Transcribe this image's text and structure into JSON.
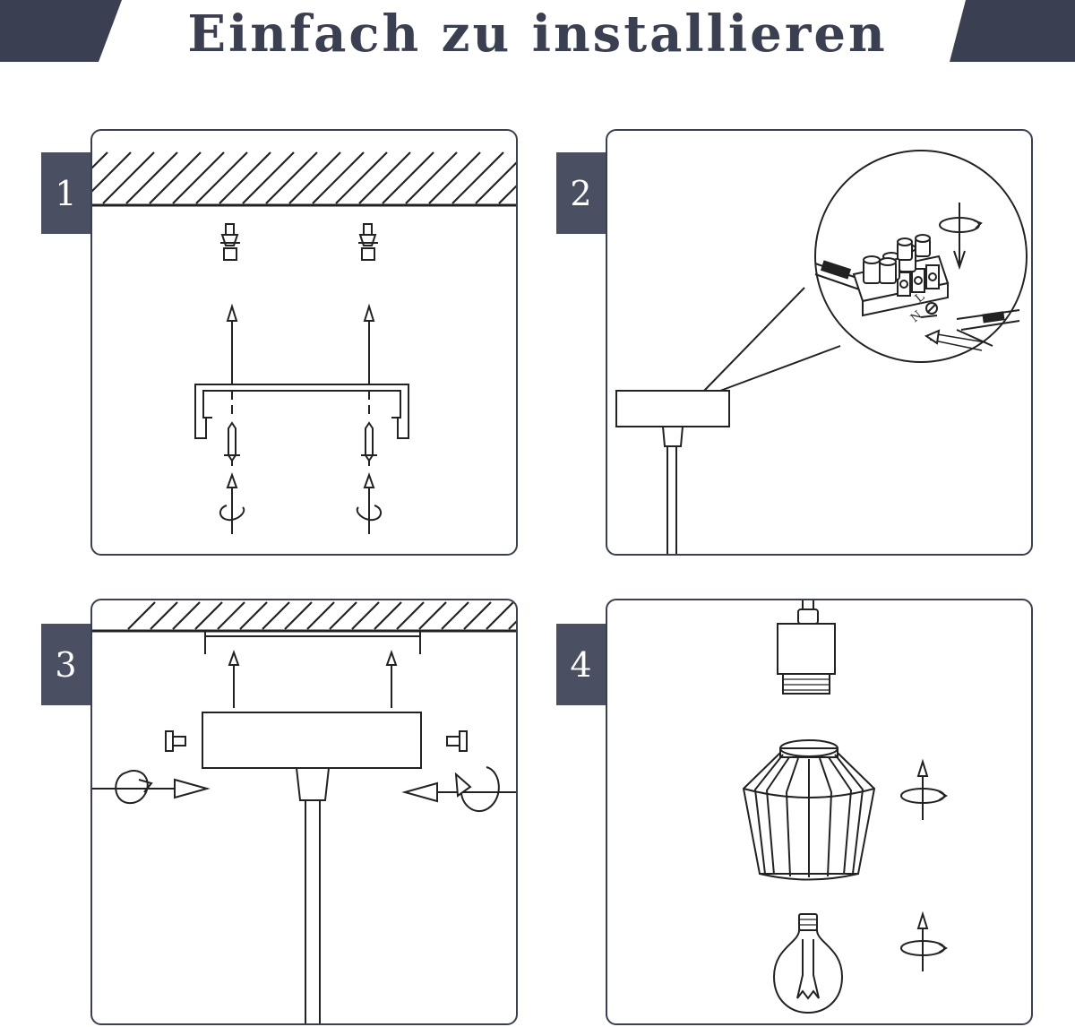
{
  "header": {
    "title": "Einfach zu installieren",
    "accent_color": "#3a3f52"
  },
  "steps": [
    {
      "number": "1",
      "icon": "ceiling-bracket-mounting-diagram"
    },
    {
      "number": "2",
      "icon": "wire-terminal-connection-diagram"
    },
    {
      "number": "3",
      "icon": "canopy-attachment-diagram"
    },
    {
      "number": "4",
      "icon": "shade-and-bulb-assembly-diagram"
    }
  ],
  "wire_labels": {
    "neutral": "N",
    "live": "L"
  }
}
